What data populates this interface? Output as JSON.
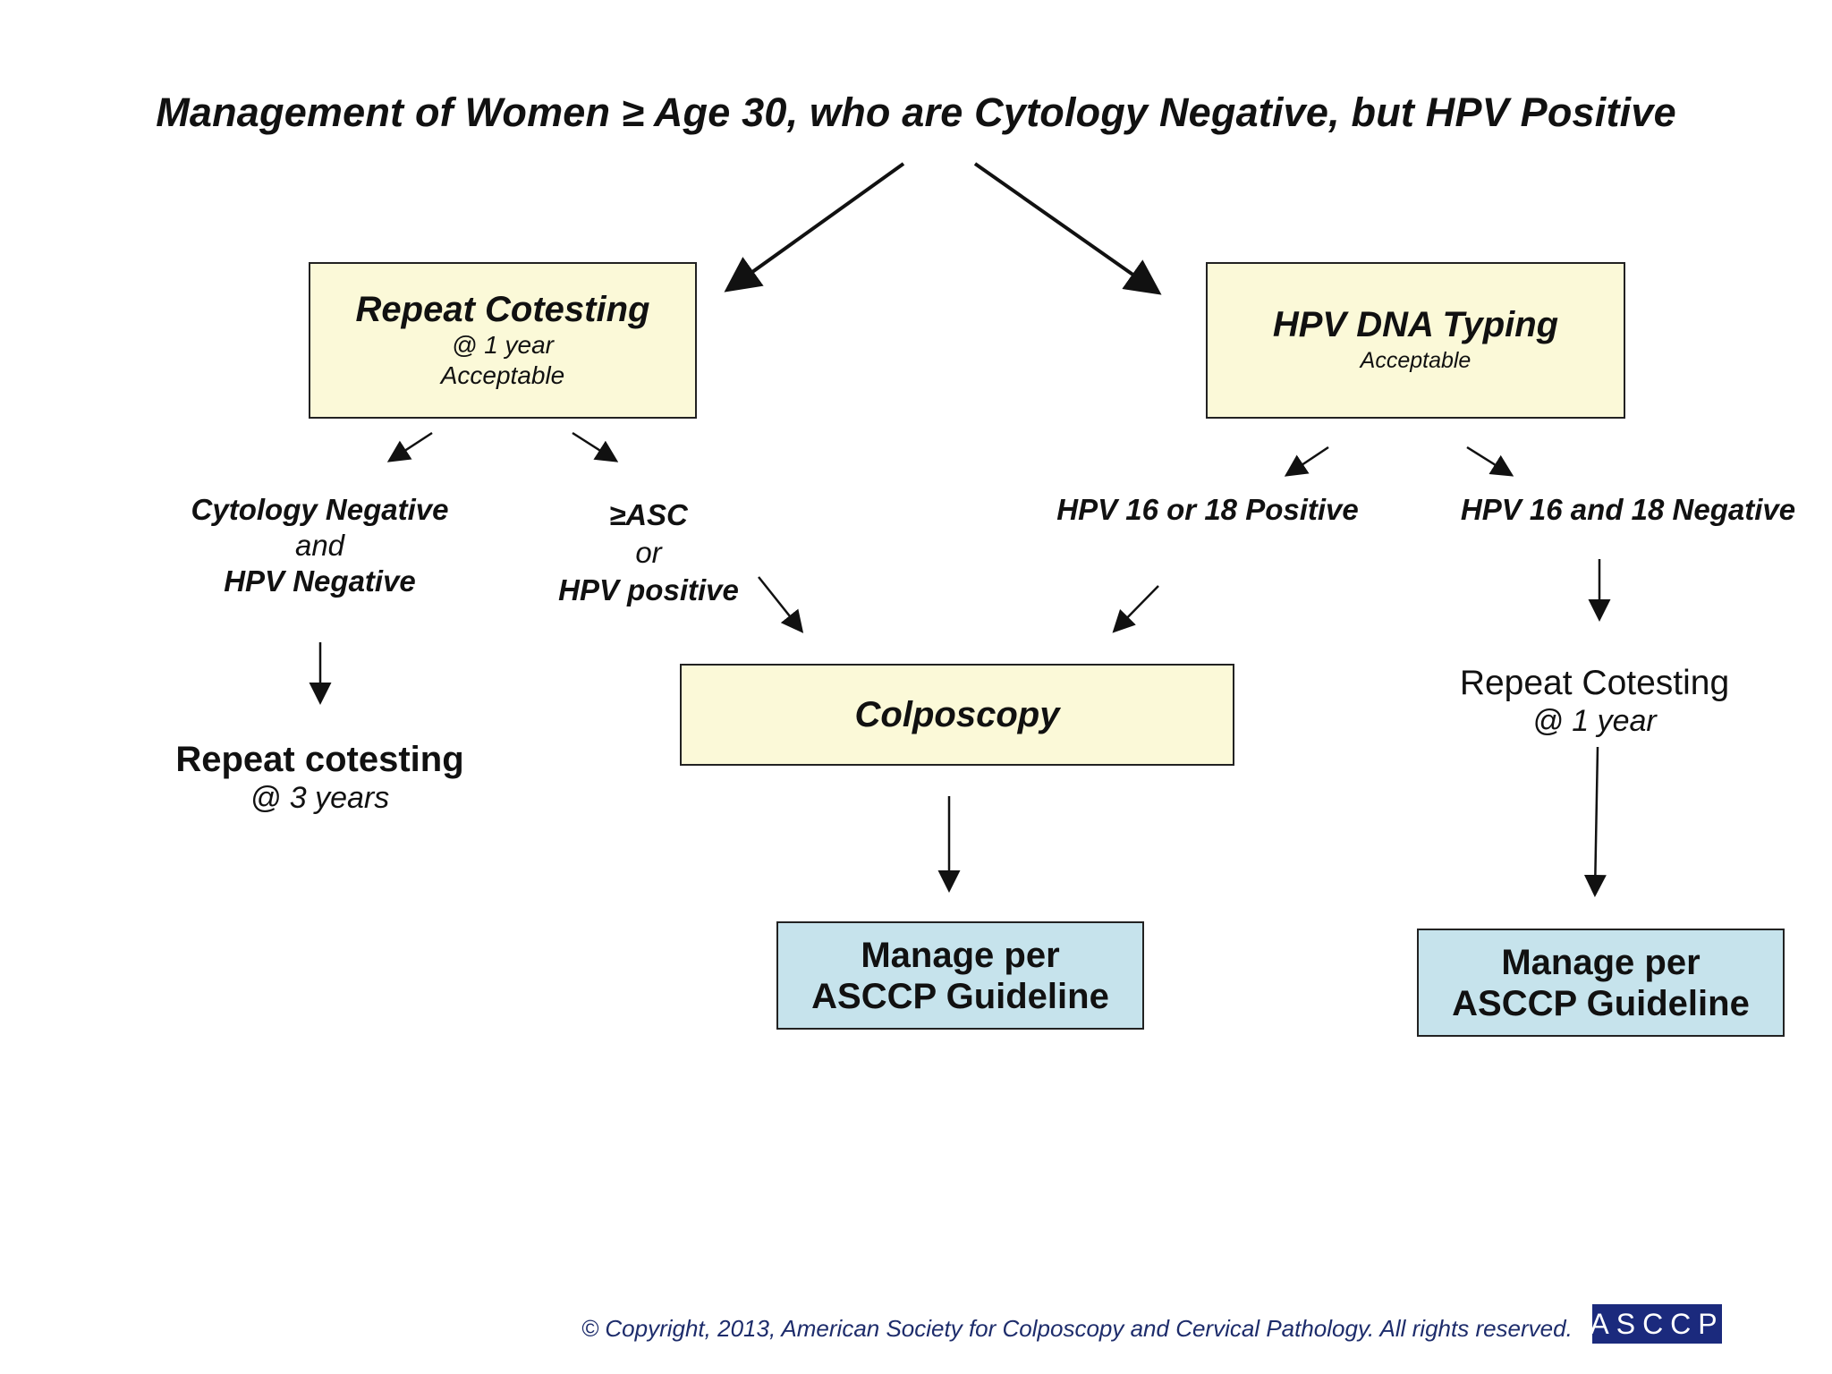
{
  "title": "Management of Women ≥ Age 30, who are Cytology Negative, but HPV Positive",
  "left_box": {
    "heading": "Repeat Cotesting",
    "line1": "@  1 year",
    "line2": "Acceptable"
  },
  "right_box": {
    "heading": "HPV DNA Typing",
    "line1": "Acceptable"
  },
  "branch_a": {
    "line1": "Cytology Negative",
    "line2": "and",
    "line3": "HPV Negative"
  },
  "branch_b": {
    "line1": "≥ASC",
    "line2": "or",
    "line3": "HPV positive"
  },
  "branch_c": {
    "line1": "HPV 16 or 18 Positive"
  },
  "branch_d": {
    "line1": "HPV 16 and 18 Negative"
  },
  "colposcopy_box": {
    "heading": "Colposcopy"
  },
  "result_a": {
    "line1": "Repeat cotesting",
    "line2": "@ 3 years"
  },
  "result_d": {
    "line1": "Repeat Cotesting",
    "line2": "@ 1 year"
  },
  "manage_box_center": {
    "line1": "Manage per",
    "line2": "ASCCP Guideline"
  },
  "manage_box_right": {
    "line1": "Manage per",
    "line2": "ASCCP Guideline"
  },
  "footer": {
    "copyright": "© Copyright, 2013, American Society for Colposcopy and Cervical Pathology.  All rights reserved.",
    "logo_text": "ASCCP"
  }
}
